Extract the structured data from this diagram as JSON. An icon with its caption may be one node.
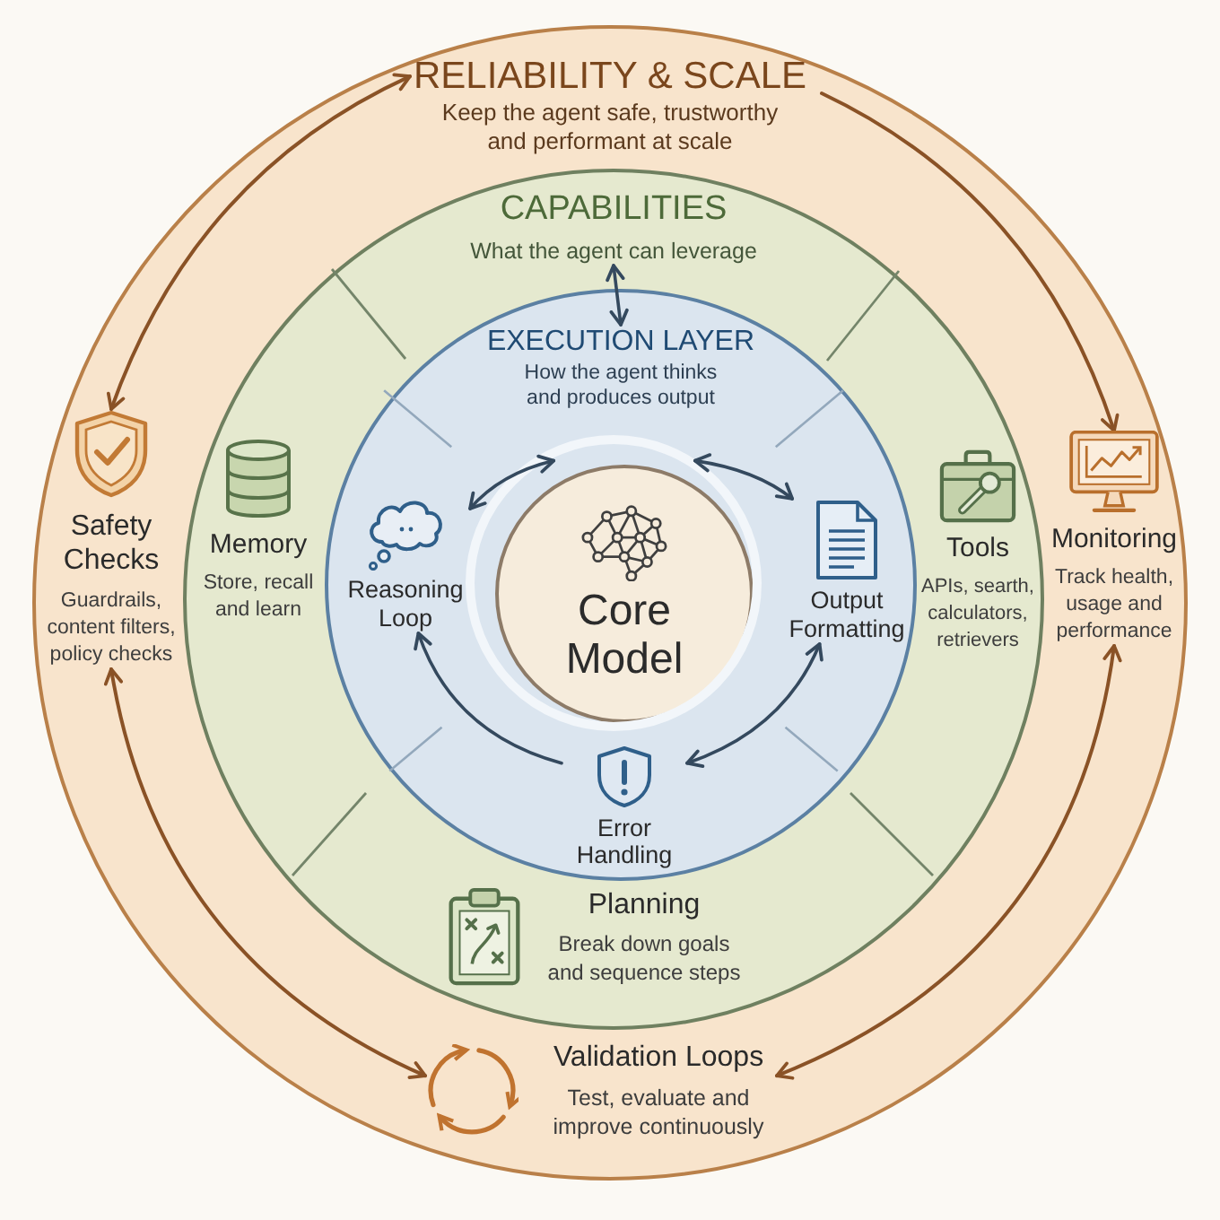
{
  "diagram": {
    "nodes": [
      {
        "text": [
          "RELIABILITY & SCALE",
          "Keep the agent safe, trustworthy and performant at scale"
        ]
      },
      {
        "text": [
          "CAPABILITIES",
          "What the agent can leverage"
        ],
        "in": 0
      },
      {
        "text": [
          "EXECUTION LAYER",
          "How the agent thinks and produces output"
        ],
        "in": 1
      },
      {
        "text": [
          "Core Model"
        ],
        "in": 2
      },
      {
        "text": [
          "Reasoning Loop"
        ],
        "in": 2
      },
      {
        "text": [
          "Output Formatting"
        ],
        "in": 2
      },
      {
        "text": [
          "Error Handling"
        ],
        "in": 2
      },
      {
        "text": [
          "Memory",
          "Store, recall and learn"
        ],
        "in": 1
      },
      {
        "text": [
          "Tools",
          "APIs, searth, calculators, retrievers"
        ],
        "in": 1
      },
      {
        "text": [
          "Planning",
          "Break down goals and sequence steps"
        ],
        "in": 1
      },
      {
        "text": [
          "Safety Checks",
          "Guardrails, content filters, policy checks"
        ],
        "in": 0
      },
      {
        "text": [
          "Monitoring",
          "Track health, usage and performance"
        ],
        "in": 0
      },
      {
        "text": [
          "Validation Loops",
          "Test, evaluate and improve continuously"
        ],
        "in": 0
      }
    ],
    "edges": [
      {
        "from": 10,
        "to": 0,
        "arrow": "both",
        "color": "#8a5226"
      },
      {
        "from": null,
        "to": 11,
        "arrow": "to",
        "color": "#8a5226"
      },
      {
        "from": 11,
        "to": 12,
        "arrow": "both",
        "color": "#8a5226"
      },
      {
        "from": 10,
        "to": 12,
        "arrow": "both",
        "color": "#8a5226"
      },
      {
        "from": 1,
        "to": 2,
        "arrow": "both"
      },
      {
        "from": 4,
        "to": 3,
        "arrow": "both"
      },
      {
        "from": 3,
        "to": 5,
        "arrow": "both"
      },
      {
        "from": 6,
        "to": 4,
        "arrow": "to"
      },
      {
        "from": 5,
        "to": 6,
        "arrow": "both"
      }
    ]
  }
}
